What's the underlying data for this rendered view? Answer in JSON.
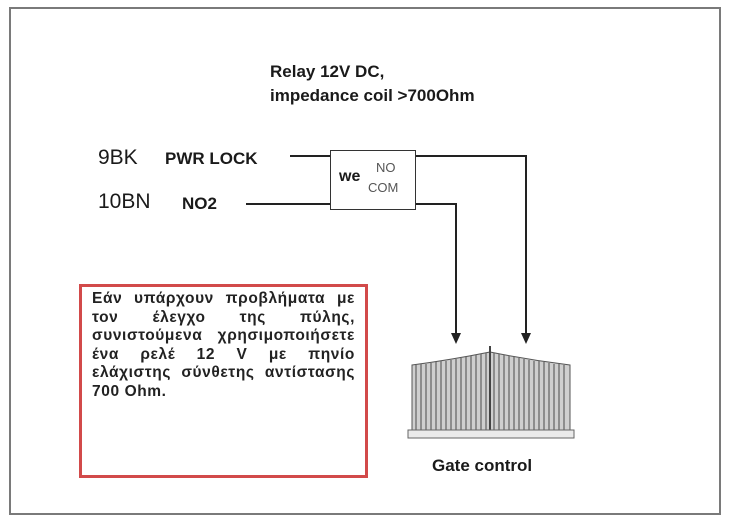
{
  "relay": {
    "title_line1": "Relay 12V DC,",
    "title_line2": "impedance coil >700Ohm",
    "brand": "we",
    "contact_no": "NO",
    "contact_com": "COM"
  },
  "wires": {
    "wire1_code": "9BK",
    "wire1_name": "PWR LOCK",
    "wire2_code": "10BN",
    "wire2_name": "NO2"
  },
  "note": {
    "text": "Εάν υπάρχουν προβλήματα με τον έλεγχο της πύλης, συνιστούμενα χρησιμοποιήσετε ένα ρελέ 12 V με πηνίο ελάχιστης σύνθετης αντίστασης 700 Ohm.",
    "border_color": "#d24a4a"
  },
  "gate": {
    "label": "Gate control",
    "icon": "gate-icon"
  }
}
